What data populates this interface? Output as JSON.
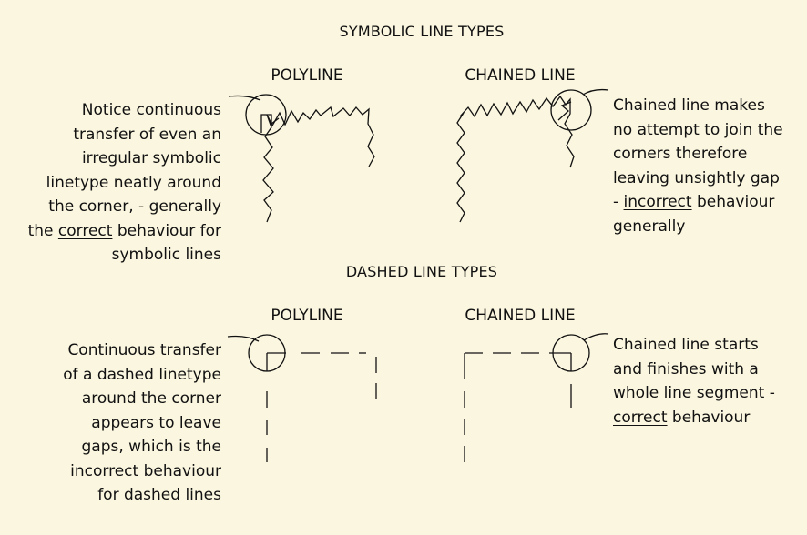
{
  "colors": {
    "background": "#fbf6df",
    "ink": "#111111"
  },
  "symbolic": {
    "heading": "SYMBOLIC LINE TYPES",
    "polyline_label": "POLYLINE",
    "chained_label": "CHAINED LINE",
    "left_note": {
      "l1": "Notice continuous",
      "l2": "transfer of even an",
      "l3": "irregular symbolic",
      "l4": "linetype neatly around",
      "l5": "the corner, - generally",
      "l6a": "the ",
      "l6u": "correct",
      "l6b": " behaviour for",
      "l7": "symbolic lines"
    },
    "right_note": {
      "l1": "Chained line makes",
      "l2": "no attempt to join the",
      "l3": "corners therefore",
      "l4": "leaving unsightly gap",
      "l5a": "- ",
      "l5u": "incorrect",
      "l5b": " behaviour",
      "l6": "generally"
    }
  },
  "dashed": {
    "heading": "DASHED LINE TYPES",
    "polyline_label": "POLYLINE",
    "chained_label": "CHAINED LINE",
    "left_note": {
      "l1": "Continuous transfer",
      "l2": "of a dashed linetype",
      "l3": "around the corner",
      "l4": "appears to leave",
      "l5": "gaps, which is the",
      "l6u": "incorrect",
      "l6b": " behaviour",
      "l7": "for dashed lines"
    },
    "right_note": {
      "l1": "Chained line starts",
      "l2": "and finishes with a",
      "l3": "whole line segment -",
      "l4u": "correct",
      "l4b": " behaviour"
    }
  }
}
